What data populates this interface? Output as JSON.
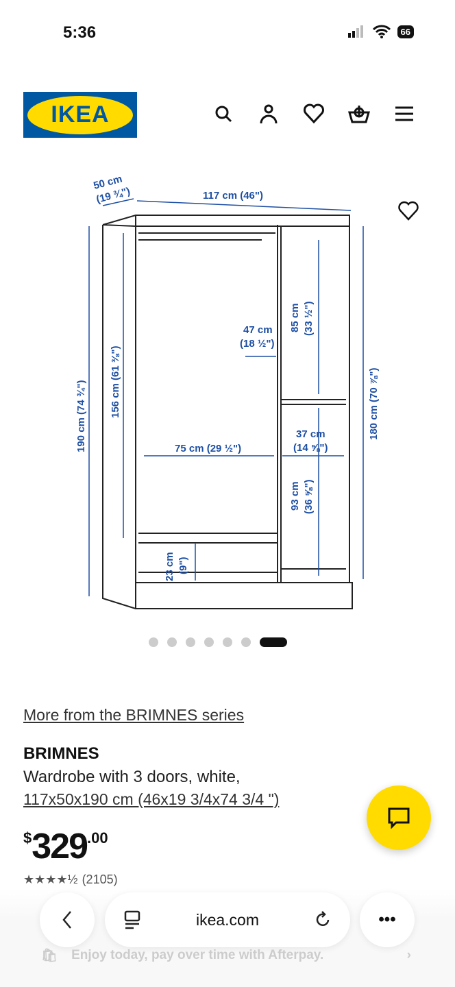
{
  "status": {
    "time": "5:36",
    "battery": "66"
  },
  "header": {
    "logo": "IKEA",
    "icons": [
      "search-icon",
      "user-icon",
      "heart-icon",
      "basket-icon",
      "menu-icon"
    ]
  },
  "diagram": {
    "depth": "50 cm",
    "depth_in": "(19 ¾\")",
    "width": "117 cm (46\")",
    "height_total": "190 cm (74 ¾\")",
    "height_inner": "156 cm (61 ⅜\")",
    "height_right": "180 cm (70 ⅞\")",
    "rail_gap": "47 cm",
    "rail_gap_in": "(18 ½\")",
    "upper_shelf": "85 cm",
    "upper_shelf_in": "(33 ½\")",
    "left_width": "75 cm (29 ½\")",
    "right_width": "37 cm",
    "right_width_in": "(14 ⅝\")",
    "lower_shelf": "93 cm",
    "lower_shelf_in": "(36 ⅝\")",
    "bottom": "23 cm",
    "bottom_in": "(9\")"
  },
  "carousel": {
    "count": 7,
    "active": 6
  },
  "product": {
    "series_link": "More from the BRIMNES series",
    "name": "BRIMNES",
    "description": "Wardrobe with 3 doors, white,",
    "dimensions": "117x50x190 cm (46x19 3/4x74 3/4 \")",
    "price_currency": "$",
    "price_int": "329",
    "price_dec": ".00",
    "rating": 4.5,
    "review_count": "(2105)"
  },
  "browser": {
    "url": "ikea.com",
    "afterpay": "Enjoy today, pay over time with Afterpay."
  },
  "colors": {
    "ikea_blue": "#0058a3",
    "ikea_yellow": "#ffdb00",
    "dim_blue": "#1d4fa3"
  }
}
